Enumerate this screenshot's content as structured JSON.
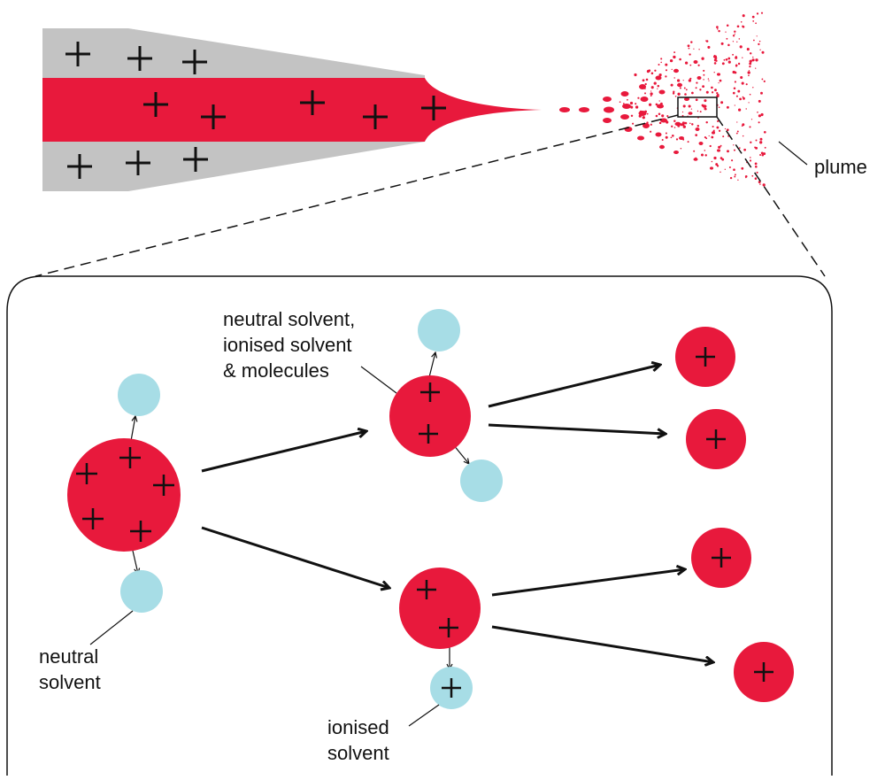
{
  "labels": {
    "plume": "plume",
    "neutral_solvent_1": "neutral",
    "neutral_solvent_2": "solvent",
    "mixed_1": "neutral solvent,",
    "mixed_2": "ionised solvent",
    "mixed_3": "& molecules",
    "ionised_1": "ionised",
    "ionised_2": "solvent"
  },
  "colors": {
    "charged_droplet": "#e8193c",
    "capillary": "#c3c3c3",
    "solvent_molecule": "#a7dde6",
    "line": "#111111"
  }
}
